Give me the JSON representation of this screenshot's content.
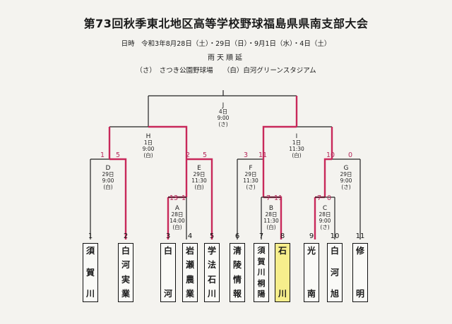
{
  "title": "第73回秋季東北地区高等学校野球福島県県南支部大会",
  "schedule": "日時　令和3年8月28日（土）・29日（日）・9月1日（水）・4日（土）",
  "rain_note": "雨天順延",
  "venues": "（さ）　さつき公園野球場　　（白）白河グリーンスタジアム",
  "matches": {
    "J": {
      "id": "J",
      "date": "4日",
      "time": "9:00",
      "venue": "(さ)"
    },
    "H": {
      "id": "H",
      "date": "1日",
      "time": "9:00",
      "venue": "(白)"
    },
    "I": {
      "id": "I",
      "date": "1日",
      "time": "11:30",
      "venue": "(白)"
    },
    "D": {
      "id": "D",
      "date": "29日",
      "time": "9:00",
      "venue": "(白)"
    },
    "E": {
      "id": "E",
      "date": "29日",
      "time": "11:30",
      "venue": "(白)"
    },
    "F": {
      "id": "F",
      "date": "29日",
      "time": "11:30",
      "venue": "(さ)"
    },
    "G": {
      "id": "G",
      "date": "29日",
      "time": "9:00",
      "venue": "(さ)"
    },
    "A": {
      "id": "A",
      "date": "28日",
      "time": "14:00",
      "venue": "(白)"
    },
    "B": {
      "id": "B",
      "date": "28日",
      "time": "11:30",
      "venue": "(白)"
    },
    "C": {
      "id": "C",
      "date": "28日",
      "time": "9:00",
      "venue": "(さ)"
    }
  },
  "scores": {
    "H_left": "1",
    "H_right": "5",
    "E_left": "2",
    "E_right": "5",
    "I_left": "3",
    "I_right": "11",
    "G_left": "10",
    "G_right": "0",
    "A_left": "13",
    "A_right": "1",
    "B_left": "7",
    "B_right": "11",
    "C_left": "7",
    "C_right": "0"
  },
  "teams": [
    {
      "num": "1",
      "chars": [
        "須",
        "賀",
        "川"
      ],
      "highlight": false
    },
    {
      "num": "2",
      "chars": [
        "白",
        "河",
        "実",
        "業"
      ],
      "highlight": false
    },
    {
      "num": "3",
      "chars": [
        "白",
        "河"
      ],
      "highlight": false
    },
    {
      "num": "4",
      "chars": [
        "岩",
        "瀬",
        "農",
        "業"
      ],
      "highlight": false
    },
    {
      "num": "5",
      "chars": [
        "学",
        "法",
        "石",
        "川"
      ],
      "highlight": false
    },
    {
      "num": "6",
      "chars": [
        "清",
        "陵",
        "情",
        "報"
      ],
      "highlight": false
    },
    {
      "num": "7",
      "chars": [
        "須",
        "賀",
        "川",
        "桐",
        "陽"
      ],
      "highlight": false
    },
    {
      "num": "8",
      "chars": [
        "石",
        "川"
      ],
      "highlight": true
    },
    {
      "num": "9",
      "chars": [
        "光",
        "南"
      ],
      "highlight": false
    },
    {
      "num": "10",
      "chars": [
        "白",
        "河",
        "旭"
      ],
      "highlight": false
    },
    {
      "num": "11",
      "chars": [
        "修",
        "明"
      ],
      "highlight": false
    }
  ],
  "colors": {
    "win_red": "#c8285a",
    "highlight_yellow": "#f6ee8c",
    "line": "#222222"
  }
}
